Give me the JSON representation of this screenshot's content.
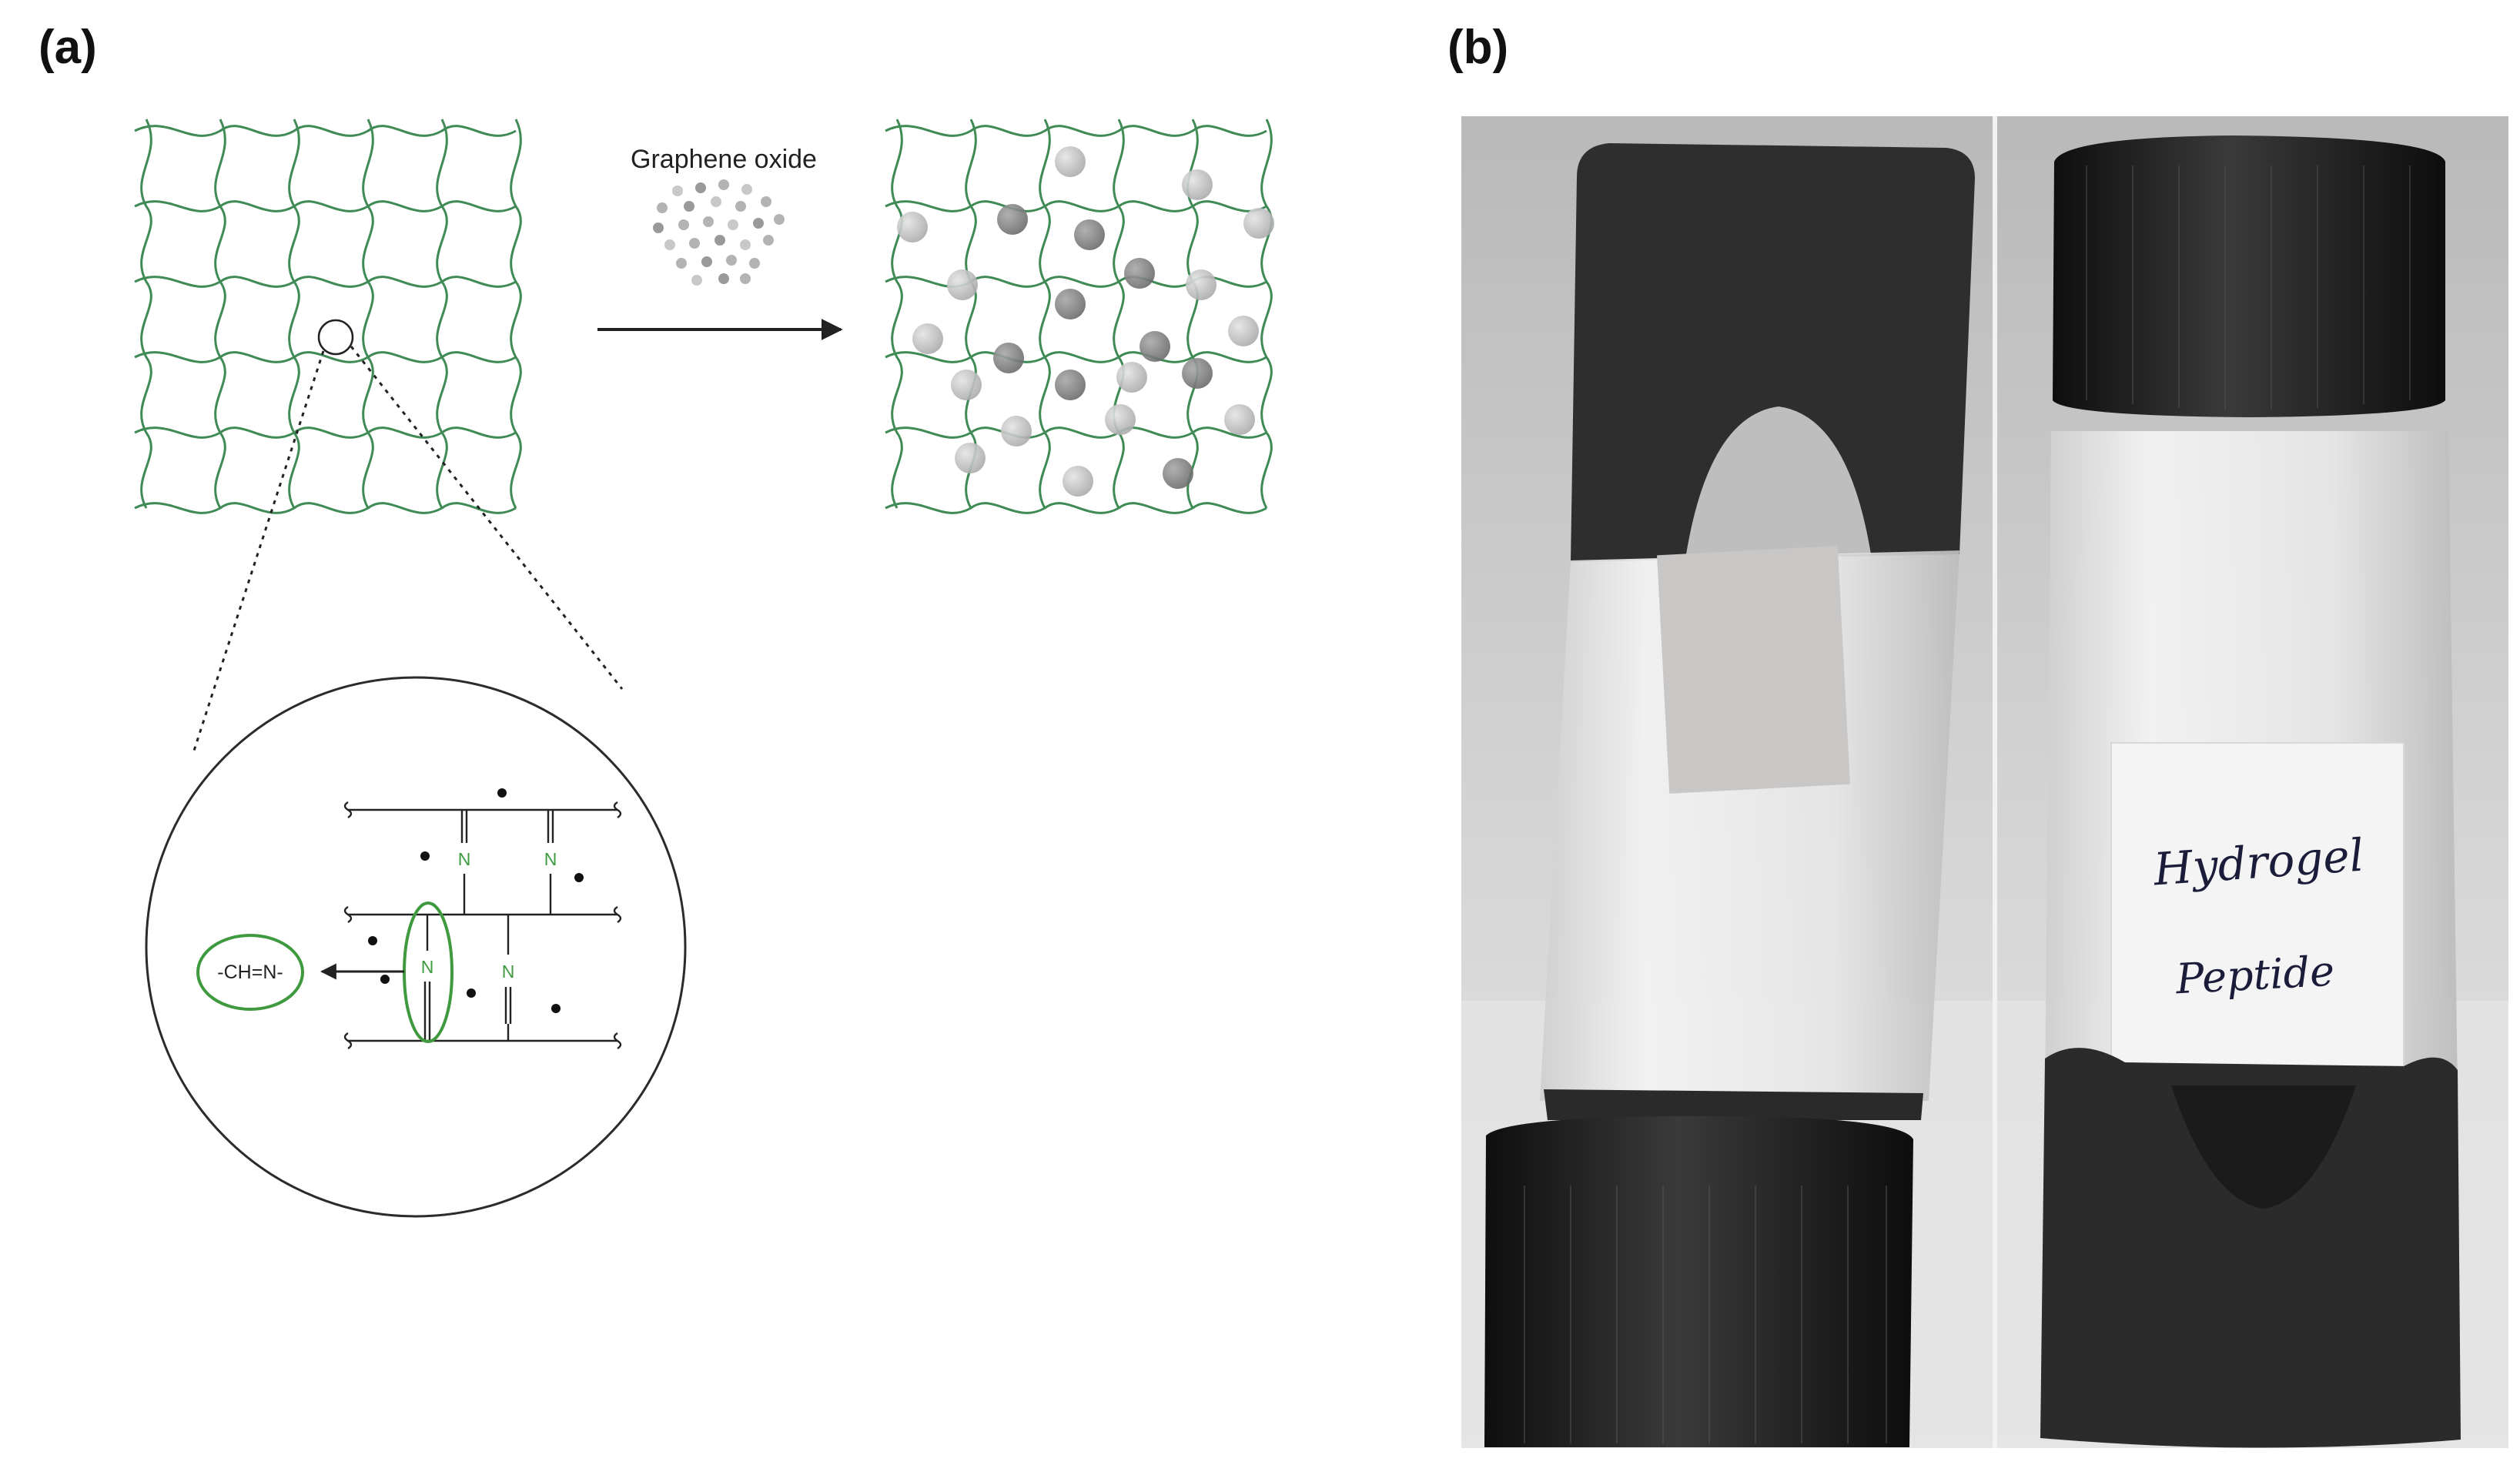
{
  "panels": {
    "a": {
      "label": "(a)"
    },
    "b": {
      "label": "(b)"
    }
  },
  "schematic": {
    "reagent_label": "Graphene oxide",
    "bond_label": "-CH=N-",
    "nitrogen_symbol": "N",
    "network_color": "#3f8a55",
    "bond_highlight_color": "#3f9a3f"
  },
  "photo": {
    "label_text_line1": "Hydrogel",
    "label_text_line2": "Peptide",
    "cap_color": "#1c1c1c",
    "gel_color": "#2b2b2b"
  }
}
